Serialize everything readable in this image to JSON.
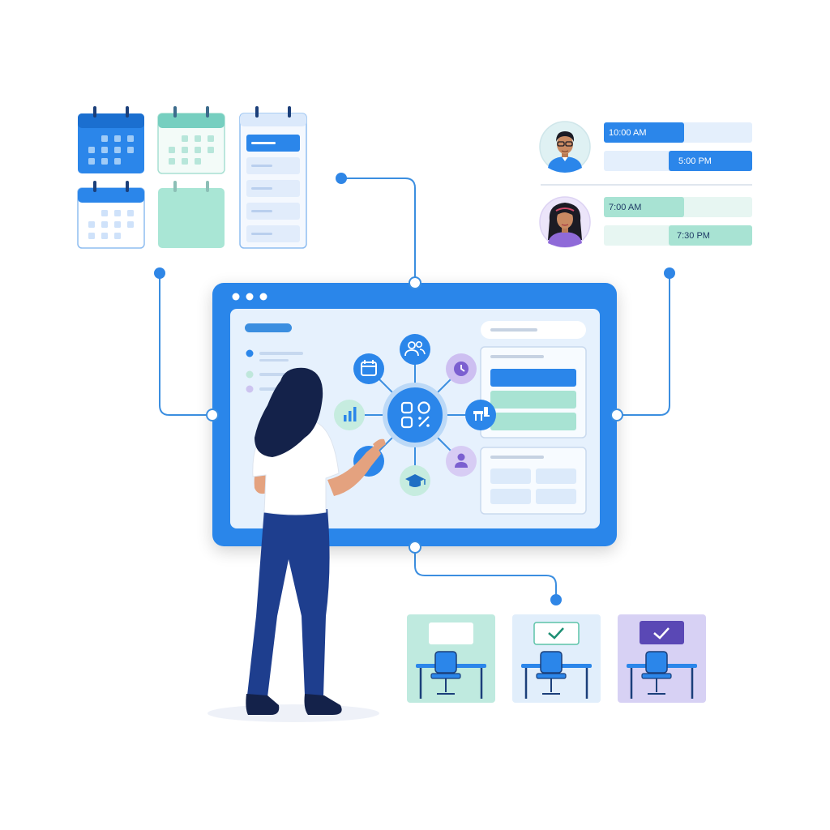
{
  "colors": {
    "primary_blue": "#1f86e8",
    "light_blue": "#e4f0fd",
    "mint": "#a8e6d6",
    "purple": "#a99ee6",
    "navy": "#1d3f8c",
    "dark_hair": "#14224a"
  },
  "schedules": [
    {
      "person": "man-avatar",
      "slots": [
        {
          "time": "10:00 AM",
          "fill": 0.45,
          "tone": "blue"
        },
        {
          "time": "5:00 PM",
          "fill": 0.55,
          "tone": "blue",
          "align": "right"
        }
      ]
    },
    {
      "person": "woman-avatar",
      "slots": [
        {
          "time": "7:00 AM",
          "fill": 0.45,
          "tone": "mint"
        },
        {
          "time": "7:30 PM",
          "fill": 0.55,
          "tone": "mint",
          "align": "right"
        }
      ]
    }
  ],
  "hub_icons": [
    "calendar-icon",
    "users-icon",
    "clock-icon",
    "bar-chart-icon",
    "desk-booking-icon",
    "graduation-cap-icon",
    "person-icon",
    "apps-grid-icon"
  ],
  "workstations": [
    {
      "tone": "mint",
      "status": "empty"
    },
    {
      "tone": "light-blue",
      "status": "check-icon"
    },
    {
      "tone": "purple",
      "status": "check-icon"
    }
  ]
}
